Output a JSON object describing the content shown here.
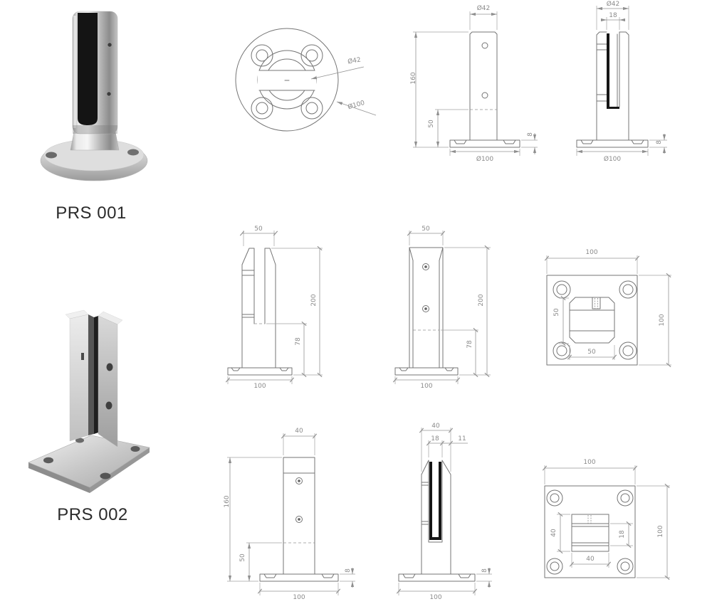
{
  "colors": {
    "background": "#ffffff",
    "drawing_line": "#747474",
    "dimension_text": "#8a8a8a",
    "product_label": "#2b2b2b",
    "gasket_black": "#161616"
  },
  "products": {
    "prs001": {
      "label": "PRS 001"
    },
    "prs002": {
      "label": "PRS 002"
    }
  },
  "drawings": {
    "round_top_view": {
      "inner_diameter": "Ø42",
      "outer_diameter": "Ø100"
    },
    "round_front_view": {
      "top_width": "Ø42",
      "height": "160",
      "embed_depth": "50",
      "base_diameter": "Ø100",
      "base_thickness": "8"
    },
    "round_side_view": {
      "top_width": "Ø42",
      "slot_width": "18",
      "base_diameter": "Ø100",
      "base_thickness": "8"
    },
    "square200_side_view": {
      "top_width": "50",
      "height": "200",
      "slot_bottom_height": "78",
      "base_width": "100"
    },
    "square200_front_view": {
      "top_width": "50",
      "height": "200",
      "slot_bottom_height": "78",
      "base_width": "100"
    },
    "square200_top_view": {
      "plate_width": "100",
      "plate_height": "100",
      "core_height": "50",
      "core_width": "50"
    },
    "square160_front_view": {
      "top_width": "40",
      "height": "160",
      "embed_depth": "50",
      "base_width": "100",
      "base_thickness": "8"
    },
    "square160_side_view": {
      "top_width": "40",
      "slot_width": "18",
      "cheek_width": "11",
      "base_width": "100",
      "base_thickness": "8"
    },
    "square160_top_view": {
      "plate_width": "100",
      "plate_height": "100",
      "core_height": "40",
      "slot_width": "18",
      "core_width": "40"
    }
  }
}
